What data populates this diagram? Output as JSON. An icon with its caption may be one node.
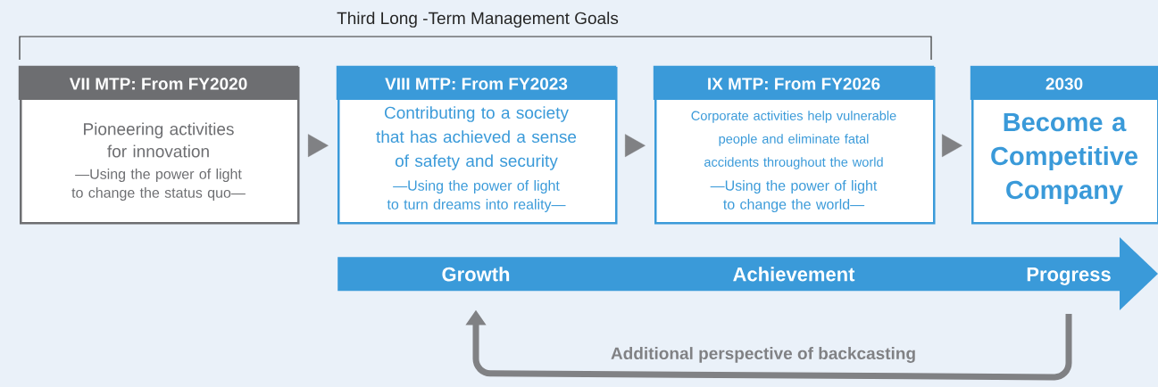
{
  "diagram": {
    "title": "Third Long -Term Management Goals",
    "nodes": [
      {
        "text": [
          "VII MTP: From FY2020",
          "Pioneering activities for innovation",
          "—Using the power of light to change the status quo—"
        ]
      },
      {
        "text": [
          "VIII MTP: From FY2023",
          "Contributing to a society that has achieved a sense of safety and security",
          "—Using the power of light to turn dreams into reality—"
        ]
      },
      {
        "text": [
          "IX MTP: From FY2026",
          "Corporate activities help vulnerable people and eliminate fatal accidents throughout the world",
          "—Using the power of light to change the world—"
        ]
      },
      {
        "text": [
          "2030",
          "Become a Competitive Company"
        ]
      },
      {
        "text": [],
        "shape": "bar"
      },
      {
        "text": [
          "Growth"
        ],
        "in": 4
      },
      {
        "text": [
          "Achievement"
        ],
        "in": 4
      },
      {
        "text": [
          "Progress"
        ],
        "in": 4
      }
    ],
    "edges": [
      {
        "from": 0,
        "to": 1,
        "arrow": "to"
      },
      {
        "from": 1,
        "to": 2,
        "arrow": "to"
      },
      {
        "from": 2,
        "to": 3,
        "arrow": "to"
      },
      {
        "from": 7,
        "to": 5,
        "arrow": "to",
        "label": "Additional perspective of backcasting"
      }
    ]
  }
}
